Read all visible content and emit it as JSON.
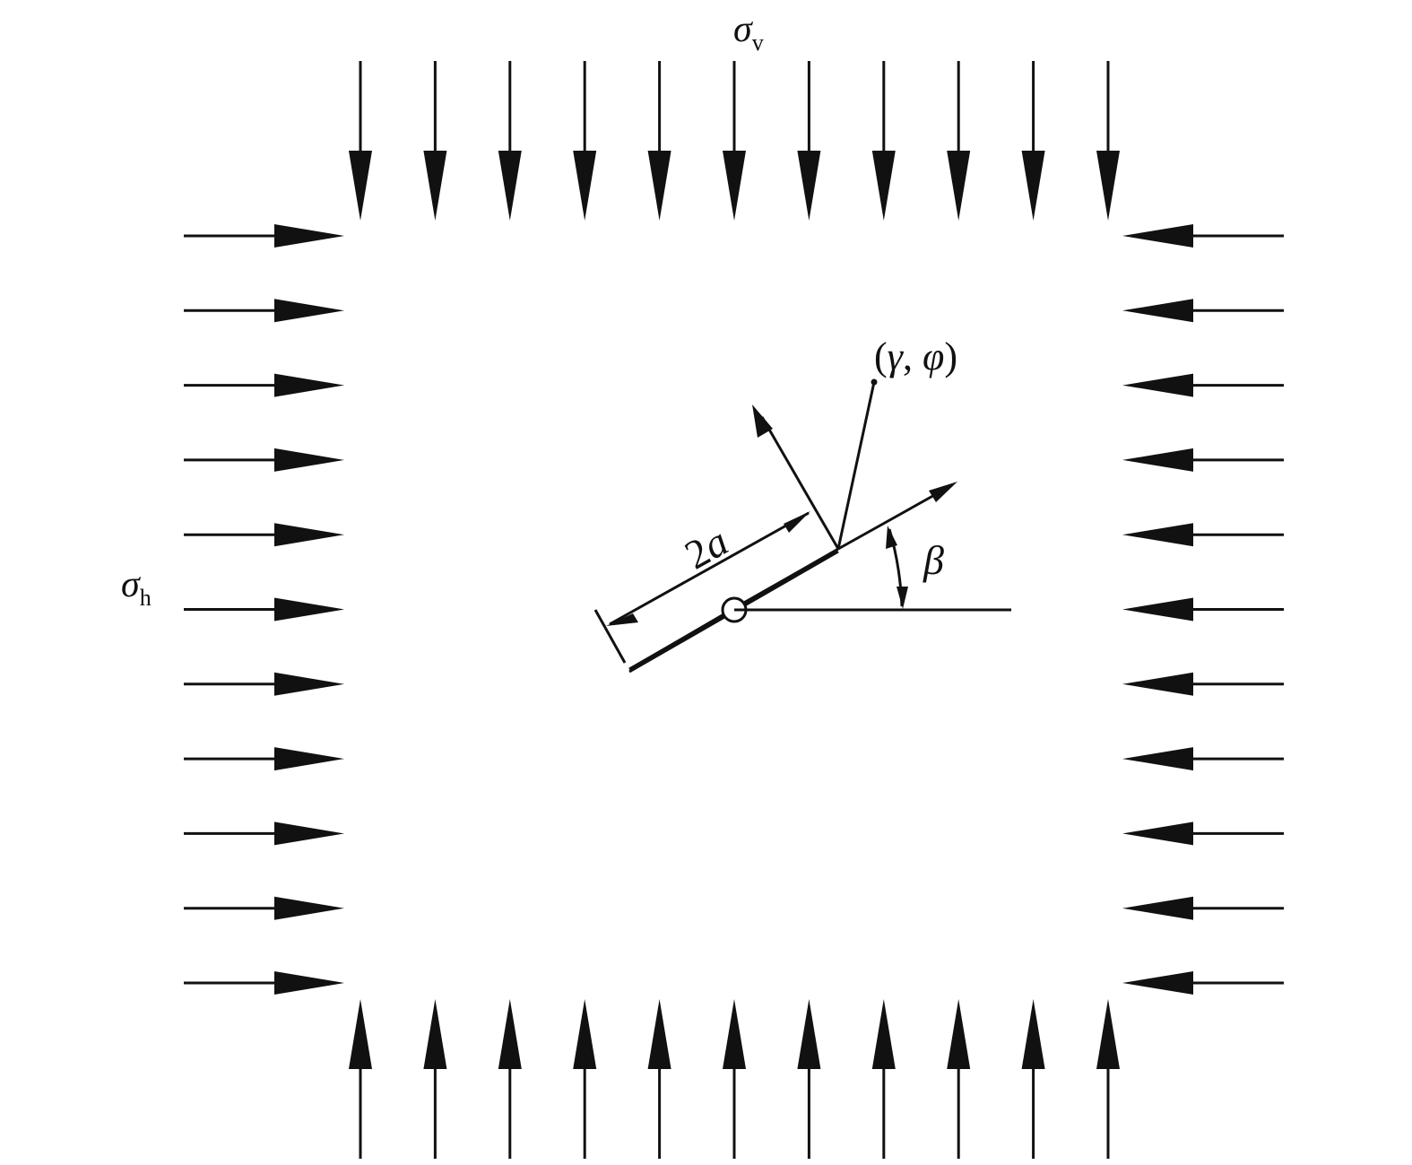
{
  "labels": {
    "sigma_v": {
      "symbol": "σ",
      "subscript": "v"
    },
    "sigma_h": {
      "symbol": "σ",
      "subscript": "h"
    },
    "point": {
      "open": "(",
      "gamma": "γ",
      "sep": ", ",
      "phi": "φ",
      "close": ")"
    },
    "crack_length": {
      "number": "2",
      "letter": "a"
    },
    "angle": "β"
  },
  "loads": {
    "arrows_per_side": 11
  },
  "colors": {
    "ink": "#111111",
    "background": "#ffffff"
  }
}
